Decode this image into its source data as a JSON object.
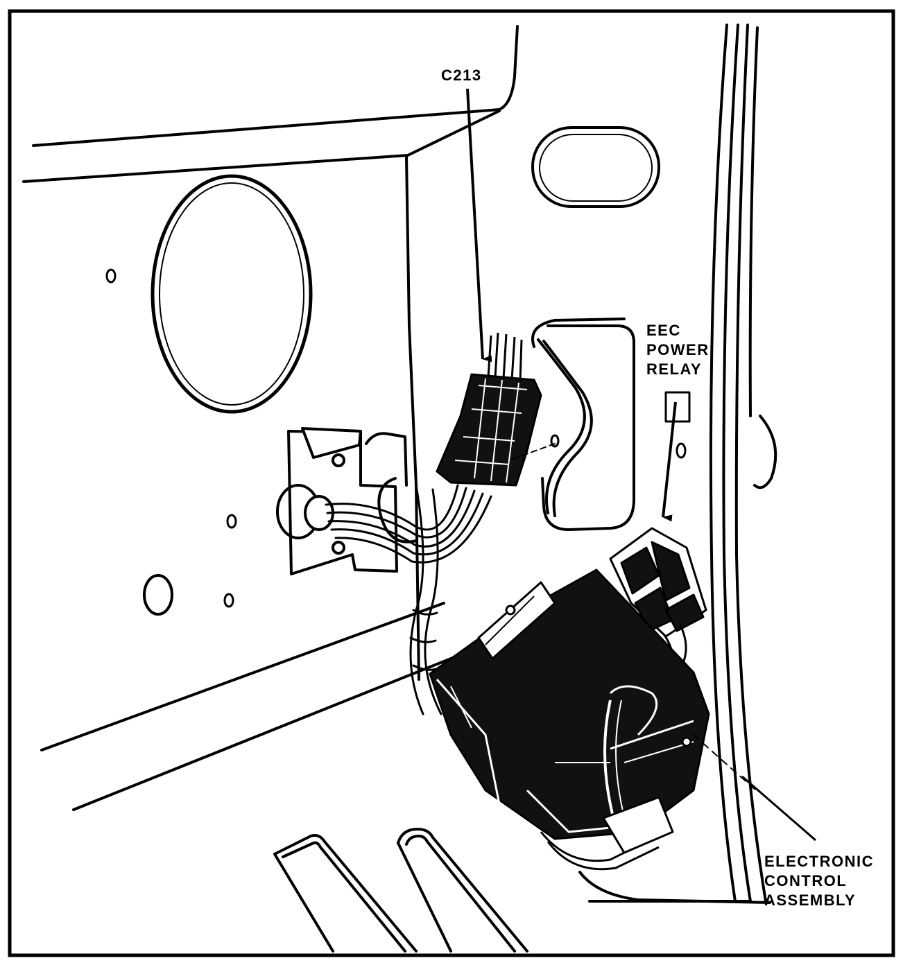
{
  "labels": {
    "connector": "C213",
    "relay_line1": "EEC",
    "relay_line2": "POWER",
    "relay_line3": "RELAY",
    "eca_line1": "ELECTRONIC",
    "eca_line2": "CONTROL",
    "eca_line3": "ASSEMBLY"
  },
  "colors": {
    "ink": "#000000",
    "paper": "#ffffff"
  }
}
